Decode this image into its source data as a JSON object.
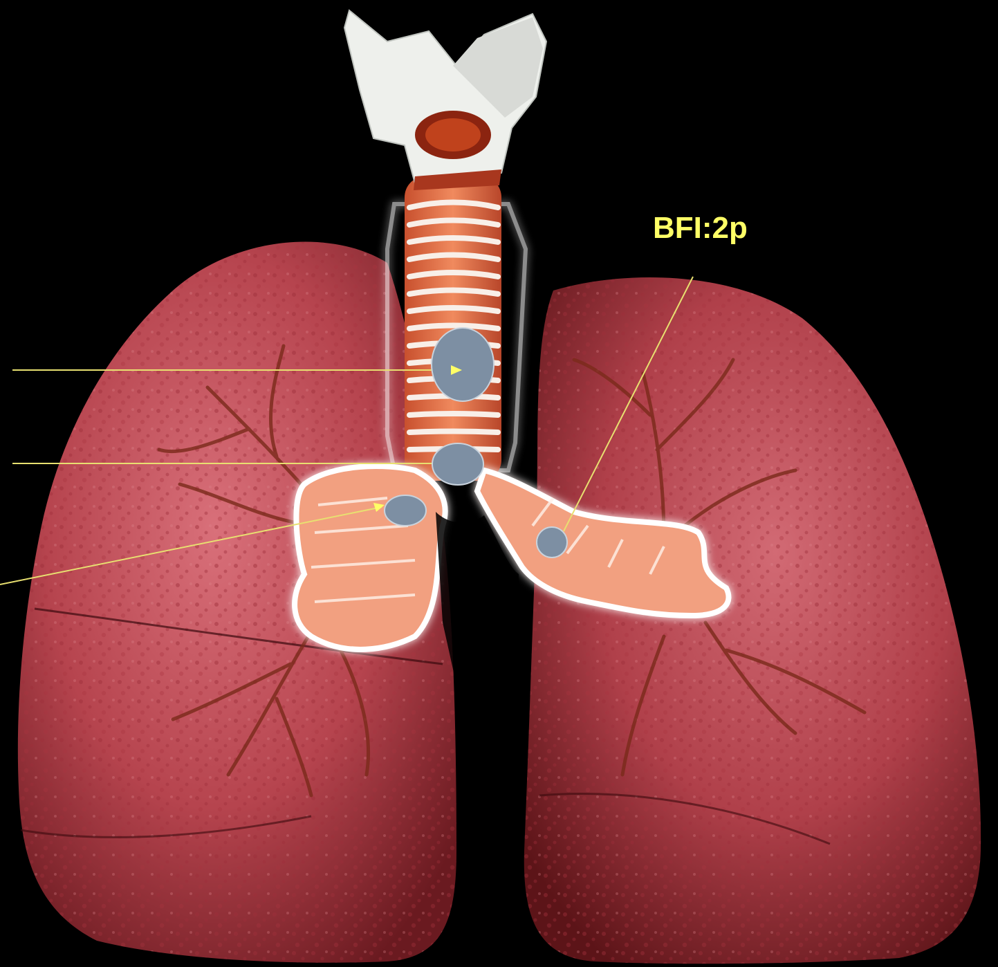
{
  "labels": {
    "bfi": "BFI:2p"
  },
  "colors": {
    "background": "#000000",
    "label": "#FFFF66",
    "leader_line": "#E8E070",
    "marker_fill": "#7D8FA3",
    "marker_stroke": "#C9D3DD",
    "lung": "#B0424A",
    "lung_highlight": "#D4727A",
    "trachea": "#E8794F",
    "cartilage": "#F6EDE6",
    "bronchi_glow": "#FFF4EE"
  },
  "icons": {
    "markers": "grey-ellipse-marker",
    "arrow": "arrowhead"
  }
}
